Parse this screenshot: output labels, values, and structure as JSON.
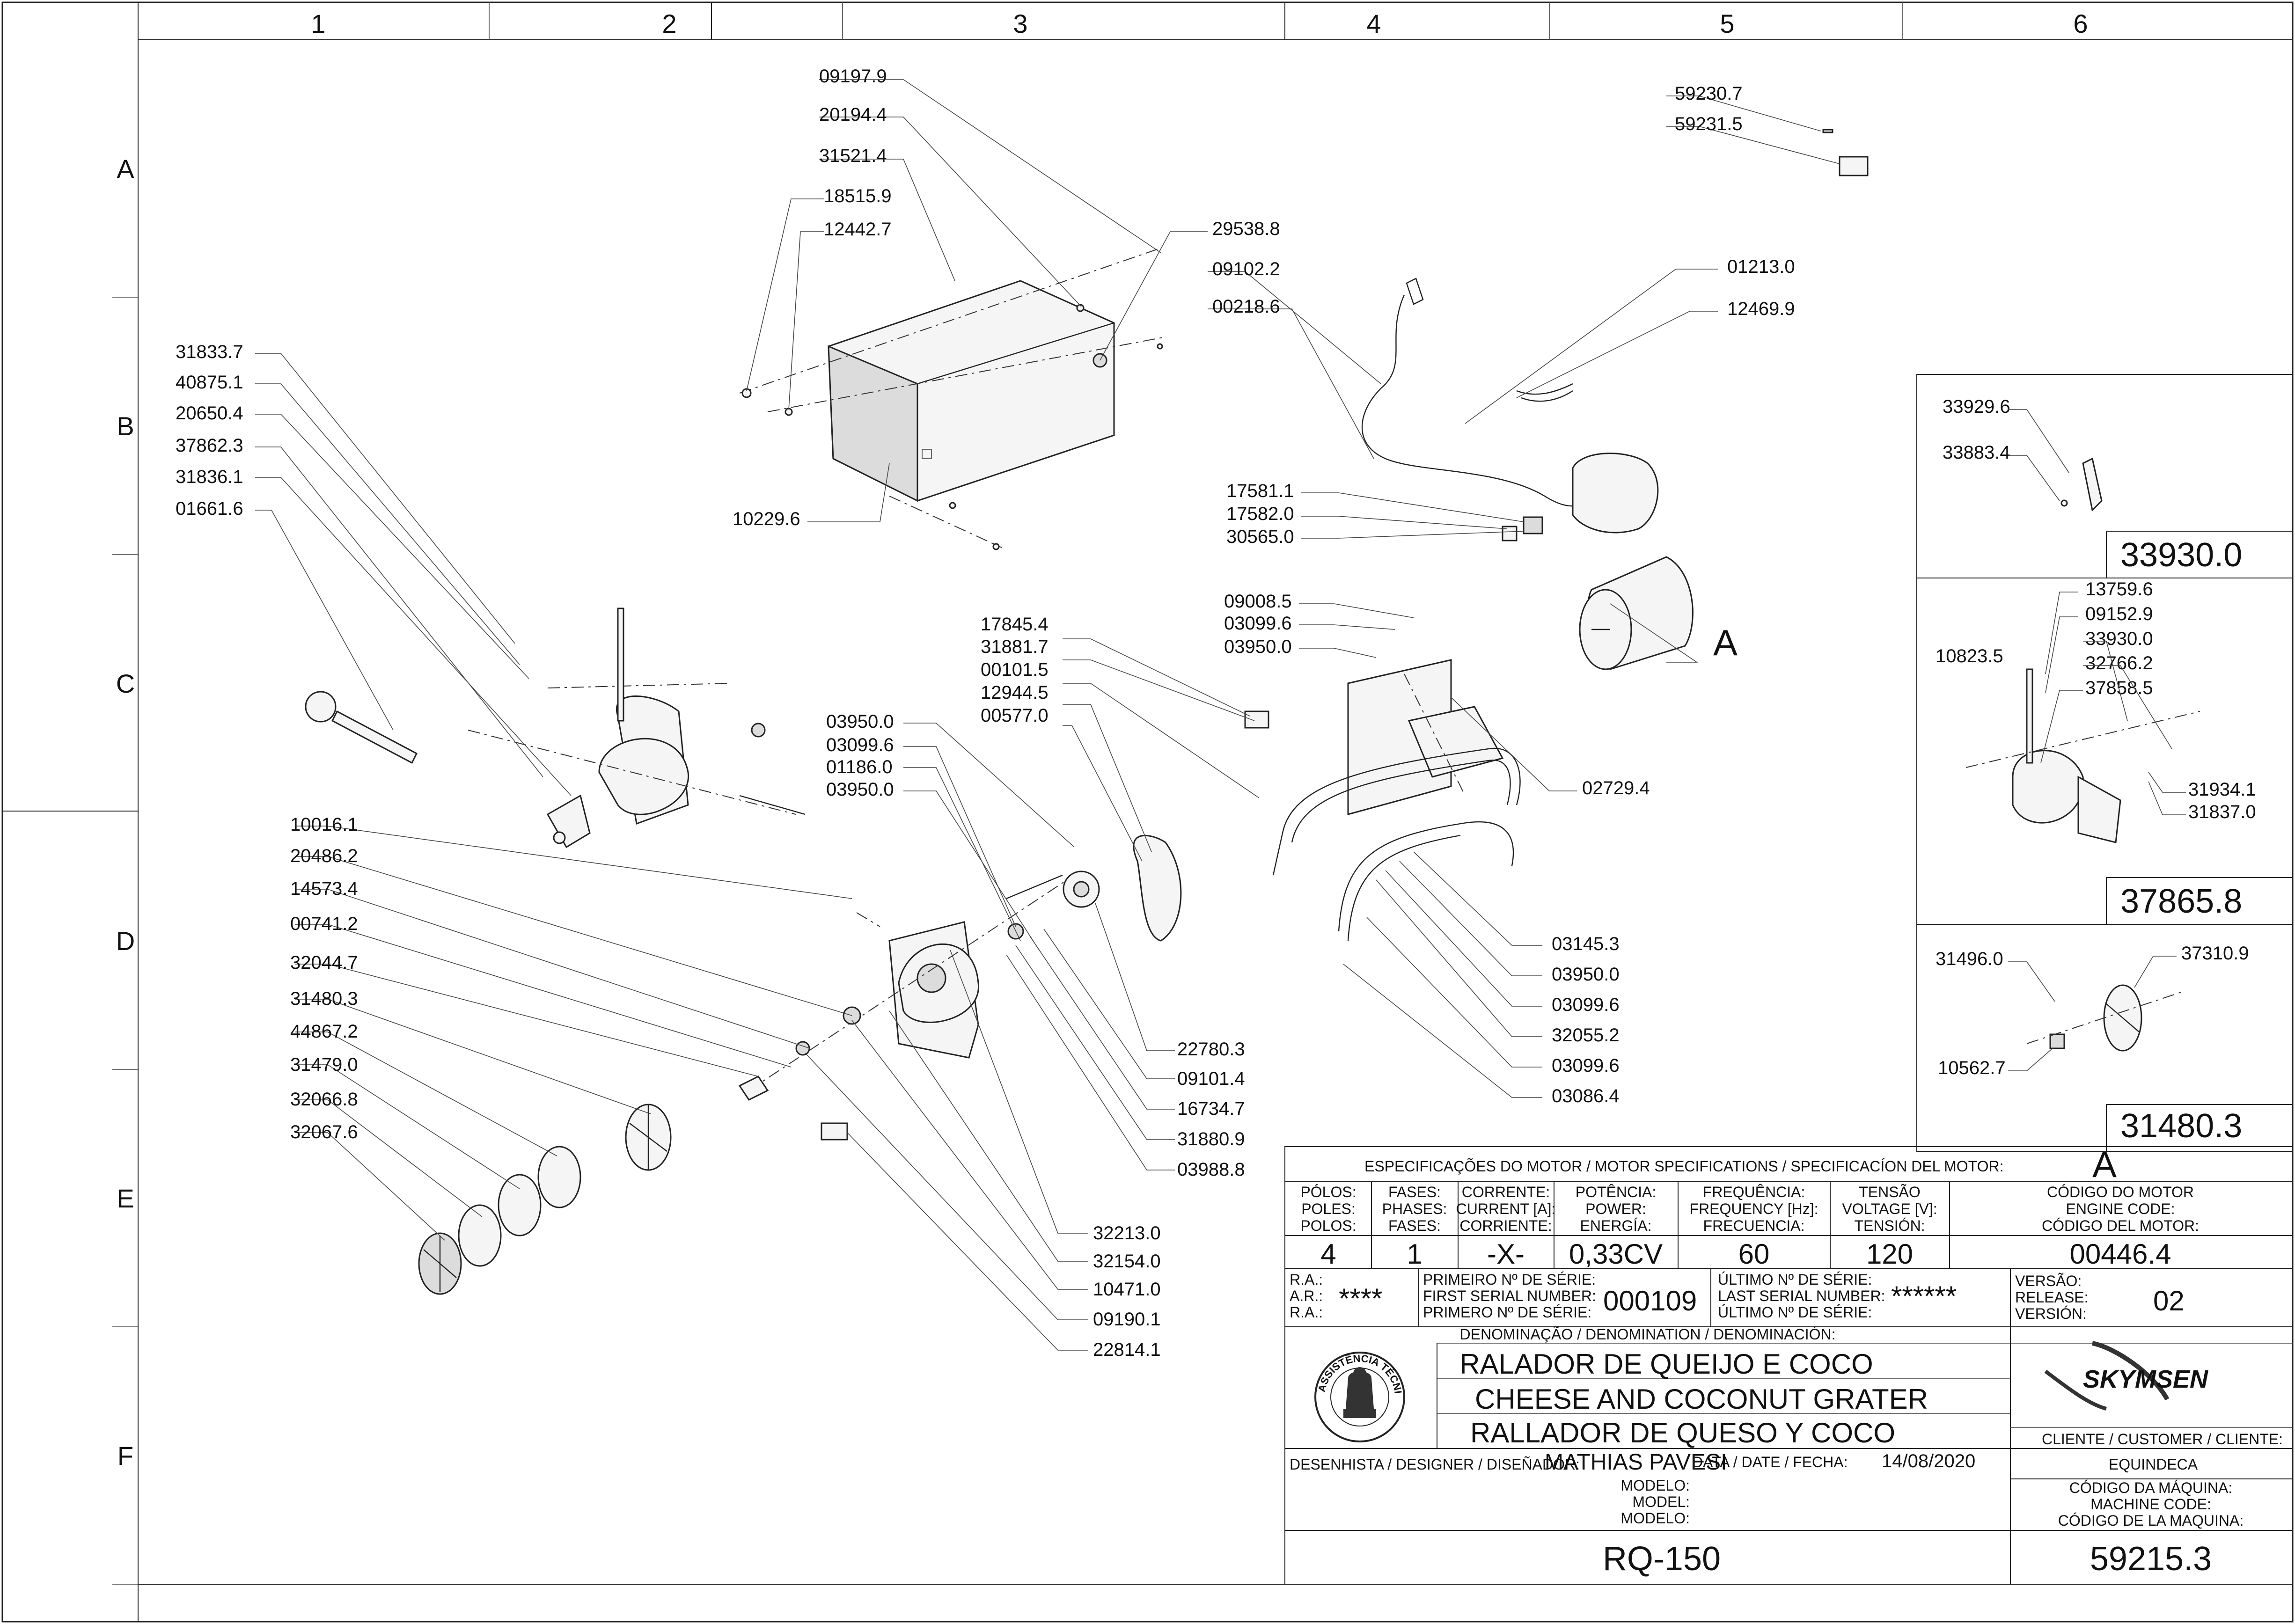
{
  "grid": {
    "columns": [
      "1",
      "2",
      "3",
      "4",
      "5",
      "6"
    ],
    "rows": [
      "A",
      "B",
      "C",
      "D",
      "E",
      "F"
    ]
  },
  "callouts": {
    "c0919709": "09197.9",
    "c2019404": "20194.4",
    "c3152104": "31521.4",
    "c1851509": "18515.9",
    "c1244207": "12442.7",
    "c2953808": "29538.8",
    "c0910202": "09102.2",
    "c0021806": "00218.6",
    "c1022906": "10229.6",
    "c5923007": "59230.7",
    "c5923105": "59231.5",
    "c0121300": "01213.0",
    "c1246909": "12469.9",
    "c1758101": "17581.1",
    "c1758200": "17582.0",
    "c3056500": "30565.0",
    "c3183307": "31833.7",
    "c4087501": "40875.1",
    "c2065004": "20650.4",
    "c3786203": "37862.3",
    "c3183601": "31836.1",
    "c0166106": "01661.6",
    "c0900805": "09008.5",
    "c0309906a": "03099.6",
    "c0395000a": "03950.0",
    "c1784504": "17845.4",
    "c3188107": "31881.7",
    "c0010105": "00101.5",
    "c1294405": "12944.5",
    "c0057700": "00577.0",
    "c0272904": "02729.4",
    "c0395000b": "03950.0",
    "c0309906b": "03099.6",
    "c0118600": "01186.0",
    "c0395000c": "03950.0",
    "c1001601": "10016.1",
    "c2048602": "20486.2",
    "c1457304": "14573.4",
    "c0074102": "00741.2",
    "c3204407": "32044.7",
    "c3148003": "31480.3",
    "c4486702": "44867.2",
    "c3147900": "31479.0",
    "c3206608": "32066.8",
    "c3206706": "32067.6",
    "c0314503": "03145.3",
    "c0395000d": "03950.0",
    "c0309906c": "03099.6",
    "c3205502": "32055.2",
    "c0309906d": "03099.6",
    "c0308604": "03086.4",
    "c2278003": "22780.3",
    "c0910104": "09101.4",
    "c1673407": "16734.7",
    "c3188009": "31880.9",
    "c0398808": "03988.8",
    "c3221300": "32213.0",
    "c3215400": "32154.0",
    "c1047100": "10471.0",
    "c0919001": "09190.1",
    "c2281401": "22814.1",
    "motor_letter": "A"
  },
  "details": {
    "d1": {
      "p1": "33929.6",
      "p2": "33883.4",
      "title": "33930.0"
    },
    "d2": {
      "p1": "13759.6",
      "p2": "09152.9",
      "p3": "33930.0",
      "p4": "32766.2",
      "p5": "37858.5",
      "p6": "10823.5",
      "p7": "31934.1",
      "p8": "31837.0",
      "title": "37865.8"
    },
    "d3": {
      "p1": "31496.0",
      "p2": "37310.9",
      "p3": "10562.7",
      "title": "31480.3"
    }
  },
  "motor_specs": {
    "header": "ESPECIFICAÇÕES DO MOTOR / MOTOR SPECIFICATIONS / SPECIFICACÍON DEL MOTOR:",
    "motor_ref": "A",
    "poles_label": [
      "PÓLOS:",
      "POLES:",
      "POLOS:"
    ],
    "phases_label": [
      "FASES:",
      "PHASES:",
      "FASES:"
    ],
    "current_label": [
      "CORRENTE:",
      "CURRENT [A]:",
      "CORRIENTE:"
    ],
    "power_label": [
      "POTÊNCIA:",
      "POWER:",
      "ENERGÍA:"
    ],
    "frequency_label": [
      "FREQUÊNCIA:",
      "FREQUENCY [Hz]:",
      "FRECUENCIA:"
    ],
    "voltage_label": [
      "TENSÃO",
      "VOLTAGE [V]:",
      "TENSIÓN:"
    ],
    "engine_code_label": [
      "CÓDIGO DO MOTOR",
      "ENGINE CODE:",
      "CÓDIGO DEL MOTOR:"
    ],
    "poles": "4",
    "phases": "1",
    "current": "-X-",
    "power": "0,33CV",
    "frequency": "60",
    "voltage": "120",
    "engine_code": "00446.4"
  },
  "title_block": {
    "ra_label": [
      "R.A.:",
      "A.R.:",
      "R.A.:"
    ],
    "ra_value": "****",
    "first_serial_label": [
      "PRIMEIRO Nº DE SÉRIE:",
      "FIRST SERIAL NUMBER:",
      "PRIMERO Nº DE SÉRIE:"
    ],
    "first_serial": "000109",
    "last_serial_label": [
      "ÚLTIMO Nº DE SÉRIE:",
      "LAST SERIAL NUMBER:",
      "ÚLTIMO Nº DE SÉRIE:"
    ],
    "last_serial": "******",
    "release_label": [
      "VERSÃO:",
      "RELEASE:",
      "VERSIÓN:"
    ],
    "release": "02",
    "denomination_label": "DENOMINAÇÃO / DENOMINATION / DENOMINACIÓN:",
    "name_pt": "RALADOR DE QUEIJO E COCO",
    "name_en": "CHEESE AND COCONUT GRATER",
    "name_es": "RALLADOR DE QUESO Y COCO",
    "brand": "SKYMSEN",
    "badge_text": "ASSISTÊNCIA TÉCNICA AUTORIZADA",
    "designer_label": "DESENHISTA / DESIGNER / DISEÑADOR:",
    "designer": "MATHIAS PAVESI",
    "date_label": "DATA / DATE / FECHA:",
    "date": "14/08/2020",
    "customer_label": "CLIENTE / CUSTOMER / CLIENTE:",
    "customer": "EQUINDECA",
    "model_label": [
      "MODELO:",
      "MODEL:",
      "MODELO:"
    ],
    "model": "RQ-150",
    "machine_code_label": [
      "CÓDIGO DA MÁQUINA:",
      "MACHINE CODE:",
      "CÓDIGO DE LA MAQUINA:"
    ],
    "machine_code": "59215.3"
  }
}
